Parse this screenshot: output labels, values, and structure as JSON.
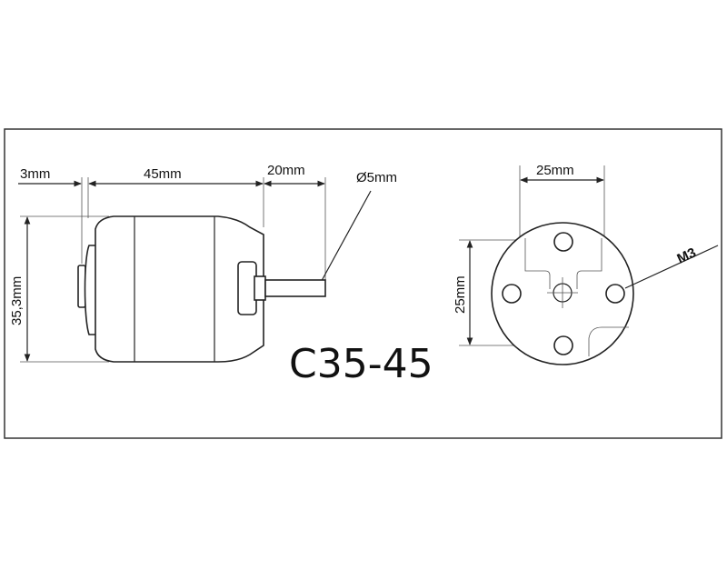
{
  "labels": {
    "dim_3mm": "3mm",
    "dim_45mm": "45mm",
    "dim_20mm": "20mm",
    "dim_shaft_dia": "Ø5mm",
    "dim_height": "35,3mm",
    "dim_front_h": "25mm",
    "dim_front_v": "25mm",
    "thread": "M3",
    "model": "C35-45"
  }
}
